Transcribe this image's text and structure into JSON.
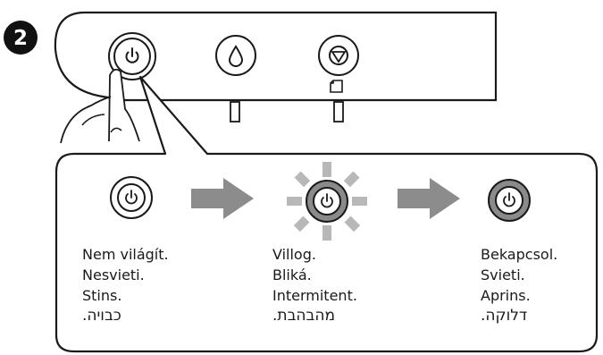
{
  "step": {
    "number": "2"
  },
  "panel": {
    "icons": [
      "power-icon",
      "ink-drop-icon",
      "stop-icon",
      "paper-icon"
    ]
  },
  "states": [
    {
      "id": "off",
      "icon": "power-icon",
      "lamp": "off",
      "lines": [
        "Nem világít.",
        "Nesvieti.",
        "Stins.",
        "כבויה."
      ]
    },
    {
      "id": "flashing",
      "icon": "power-icon",
      "lamp": "flashing",
      "lines": [
        "Villog.",
        "Bliká.",
        "Intermitent.",
        "מהבהבת."
      ]
    },
    {
      "id": "on",
      "icon": "power-icon",
      "lamp": "on",
      "lines": [
        "Bekapcsol.",
        "Svieti.",
        "Aprins.",
        "דלוקה."
      ]
    }
  ],
  "arrows": [
    "arrow-right-icon",
    "arrow-right-icon"
  ],
  "colors": {
    "line": "#1a1a1a",
    "arrow": "#8c8c8c",
    "lamp_on": "#8a8a8a",
    "flash": "#b8b8b8"
  }
}
